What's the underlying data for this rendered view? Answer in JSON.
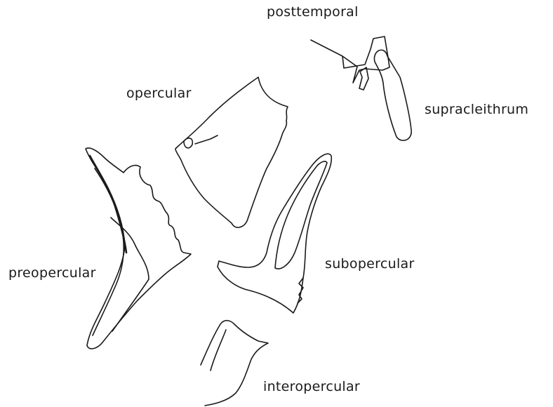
{
  "labels": {
    "posttemporal": "posttemporal",
    "opercular": "opercular",
    "supracleithrum": "supracleithrum",
    "subopercular": "subopercular",
    "preopercular": "preopercular",
    "interopercular": "interopercular"
  },
  "colors": {
    "line": "#1a1a1a",
    "background": "#ffffff"
  }
}
